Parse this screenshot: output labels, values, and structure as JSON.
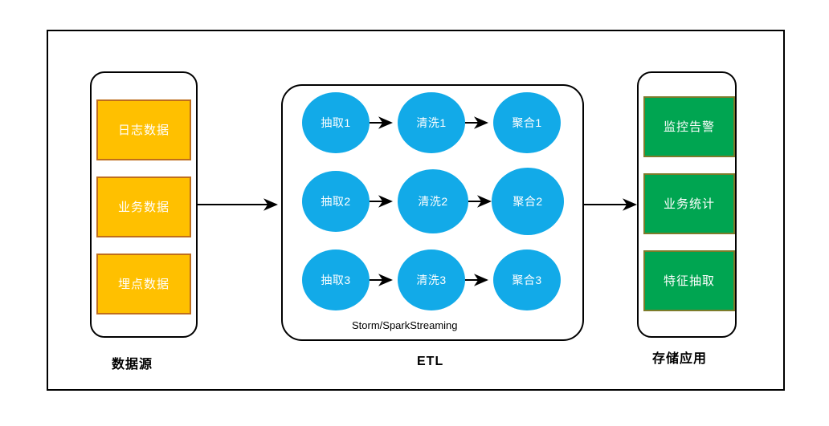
{
  "diagram": {
    "title": "",
    "colors": {
      "source_fill": "#FFC000",
      "source_border": "#BF6E1C",
      "process_fill": "#12AAE8",
      "sink_fill": "#00A551",
      "sink_border": "#7C7C2B",
      "frame_stroke": "#000000"
    }
  },
  "source_group": {
    "caption": "数据源",
    "items": [
      {
        "label": "日志数据"
      },
      {
        "label": "业务数据"
      },
      {
        "label": "埋点数据"
      }
    ]
  },
  "etl_group": {
    "caption": "ETL",
    "engine_label": "Storm/SparkStreaming",
    "rows": [
      {
        "stages": [
          {
            "label": "抽取1"
          },
          {
            "label": "清洗1"
          },
          {
            "label": "聚合1"
          }
        ]
      },
      {
        "stages": [
          {
            "label": "抽取2"
          },
          {
            "label": "清洗2"
          },
          {
            "label": "聚合2"
          }
        ]
      },
      {
        "stages": [
          {
            "label": "抽取3"
          },
          {
            "label": "清洗3"
          },
          {
            "label": "聚合3"
          }
        ]
      }
    ]
  },
  "sink_group": {
    "caption": "存储应用",
    "items": [
      {
        "label": "监控告警"
      },
      {
        "label": "业务统计"
      },
      {
        "label": "特征抽取"
      }
    ]
  },
  "connectors": {
    "source_to_etl": "arrow-right",
    "etl_to_sink": "arrow-right",
    "stage_to_stage": "arrow-right"
  }
}
